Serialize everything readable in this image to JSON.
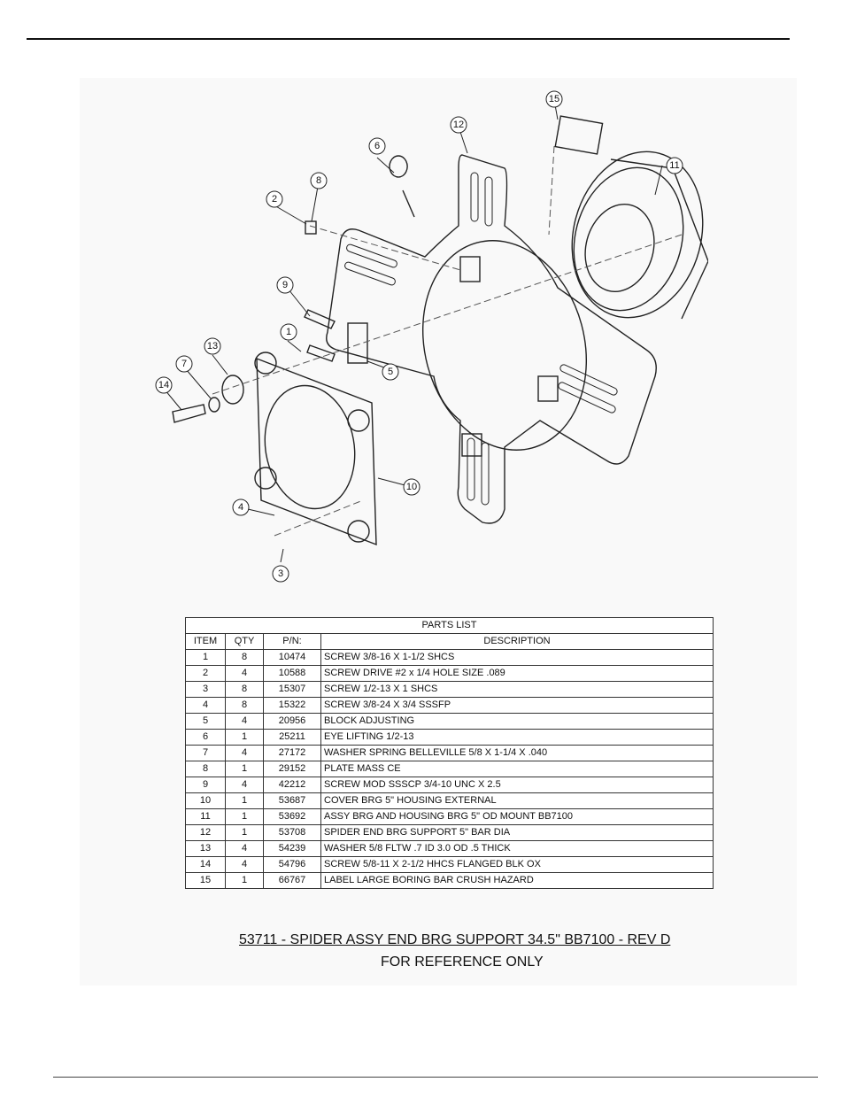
{
  "drawing": {
    "callouts": [
      "1",
      "2",
      "3",
      "4",
      "5",
      "6",
      "7",
      "8",
      "9",
      "10",
      "11",
      "12",
      "13",
      "14",
      "15"
    ]
  },
  "parts_list": {
    "title": "PARTS LIST",
    "headers": [
      "ITEM",
      "QTY",
      "P/N:",
      "DESCRIPTION"
    ],
    "rows": [
      {
        "item": "1",
        "qty": "8",
        "pn": "10474",
        "description": "SCREW 3/8-16 X 1-1/2 SHCS"
      },
      {
        "item": "2",
        "qty": "4",
        "pn": "10588",
        "description": "SCREW DRIVE #2 x 1/4 HOLE SIZE .089"
      },
      {
        "item": "3",
        "qty": "8",
        "pn": "15307",
        "description": "SCREW 1/2-13 X 1 SHCS"
      },
      {
        "item": "4",
        "qty": "8",
        "pn": "15322",
        "description": "SCREW 3/8-24 X 3/4 SSSFP"
      },
      {
        "item": "5",
        "qty": "4",
        "pn": "20956",
        "description": "BLOCK ADJUSTING"
      },
      {
        "item": "6",
        "qty": "1",
        "pn": "25211",
        "description": "EYE LIFTING 1/2-13"
      },
      {
        "item": "7",
        "qty": "4",
        "pn": "27172",
        "description": "WASHER SPRING BELLEVILLE 5/8 X 1-1/4 X .040"
      },
      {
        "item": "8",
        "qty": "1",
        "pn": "29152",
        "description": "PLATE MASS CE"
      },
      {
        "item": "9",
        "qty": "4",
        "pn": "42212",
        "description": "SCREW MOD SSSCP 3/4-10 UNC X 2.5"
      },
      {
        "item": "10",
        "qty": "1",
        "pn": "53687",
        "description": "COVER BRG 5\"  HOUSING EXTERNAL"
      },
      {
        "item": "11",
        "qty": "1",
        "pn": "53692",
        "description": "ASSY BRG AND HOUSING BRG 5\" OD MOUNT BB7100"
      },
      {
        "item": "12",
        "qty": "1",
        "pn": "53708",
        "description": "SPIDER END BRG SUPPORT 5\" BAR DIA"
      },
      {
        "item": "13",
        "qty": "4",
        "pn": "54239",
        "description": "WASHER 5/8 FLTW .7 ID 3.0 OD .5 THICK"
      },
      {
        "item": "14",
        "qty": "4",
        "pn": "54796",
        "description": "SCREW 5/8-11 X 2-1/2 HHCS FLANGED BLK OX"
      },
      {
        "item": "15",
        "qty": "1",
        "pn": "66767",
        "description": "LABEL LARGE BORING BAR CRUSH HAZARD"
      }
    ]
  },
  "caption": "53711 - SPIDER ASSY END BRG SUPPORT 34.5\" BB7100 - REV D",
  "subcaption": "FOR REFERENCE ONLY"
}
